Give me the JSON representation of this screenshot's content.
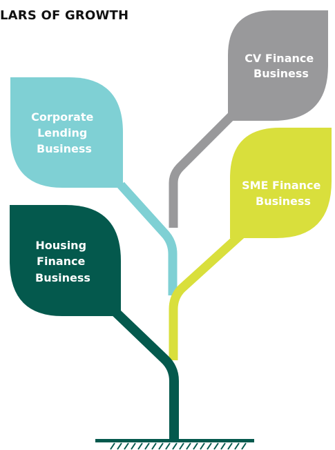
{
  "title": "LARS OF GROWTH",
  "colors": {
    "housing": "#04594d",
    "corporate": "#7fd0d4",
    "cv": "#99999b",
    "sme": "#d9df3c",
    "label_text": "#ffffff",
    "ground": "#04594d"
  },
  "leaves": {
    "corporate": {
      "lines": [
        "Corporate",
        "Lending",
        "Business"
      ]
    },
    "cv": {
      "lines": [
        "CV Finance",
        "Business"
      ]
    },
    "sme": {
      "lines": [
        "SME Finance",
        "Business"
      ]
    },
    "housing": {
      "lines": [
        "Housing",
        "Finance",
        "Business"
      ]
    }
  }
}
